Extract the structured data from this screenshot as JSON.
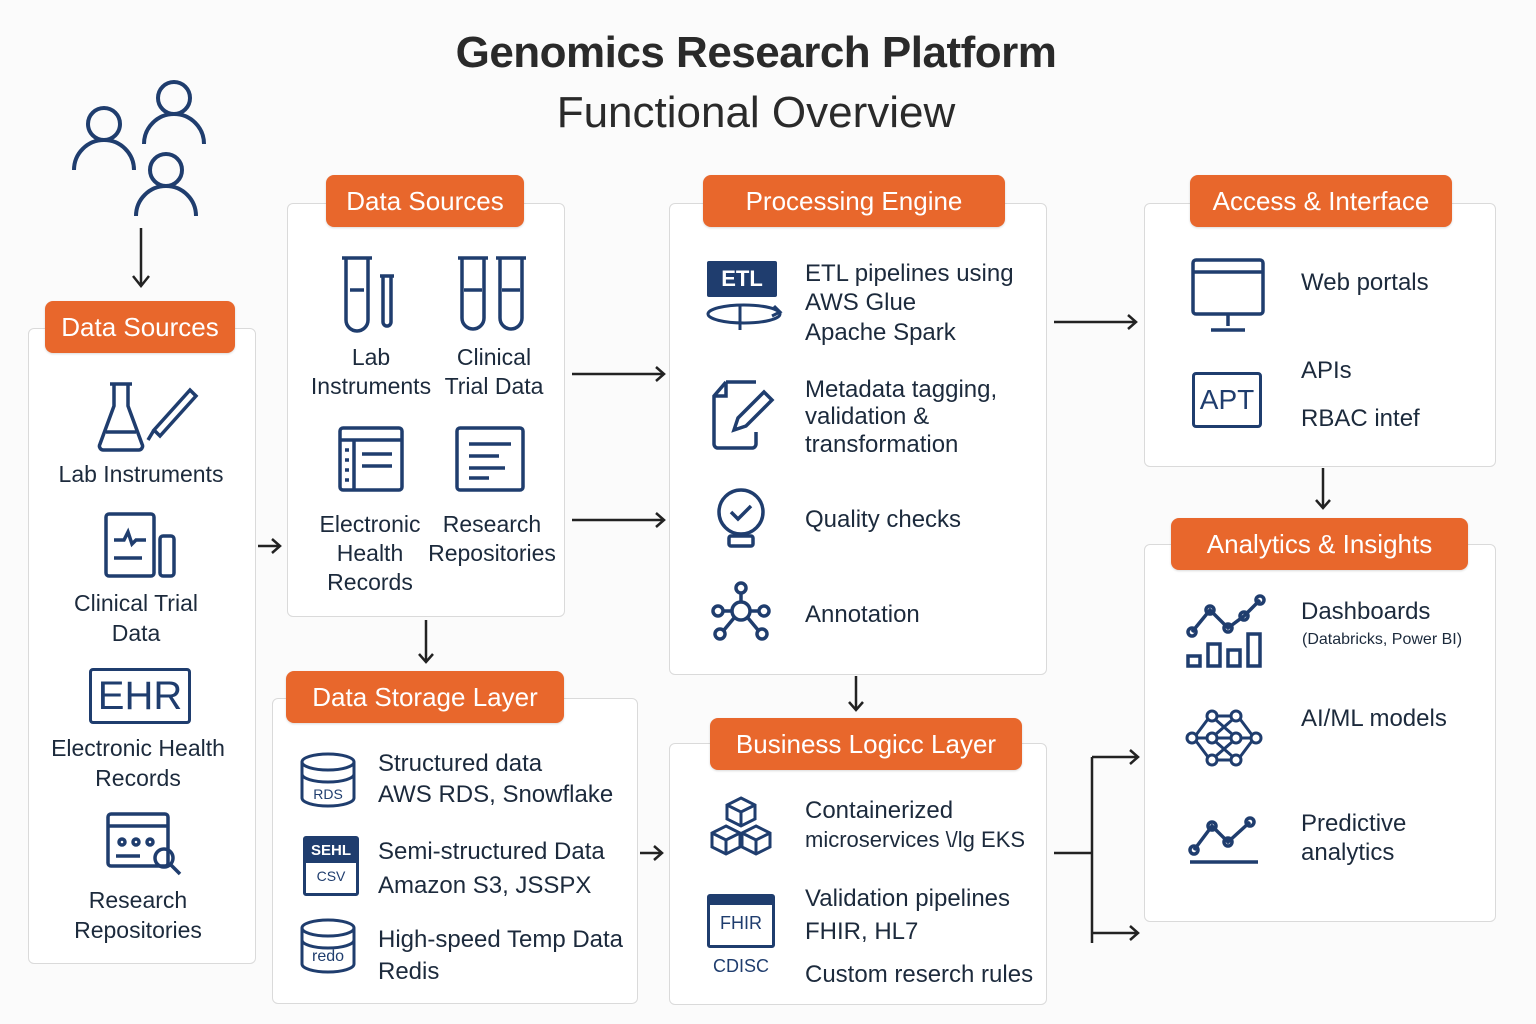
{
  "title": "Genomics Research Platform",
  "subtitle": "Functional Overview",
  "accent_color": "#e8672c",
  "icon_color": "#1f3d6e",
  "left_panel": {
    "header": "Data Sources",
    "items": [
      {
        "icon": "flask-pipette-icon",
        "label": "Lab Instruments"
      },
      {
        "icon": "clinical-chart-icon",
        "label": "Clinical Trial Data"
      },
      {
        "icon": "ehr-icon",
        "icon_text": "EHR",
        "label": "Electronic Health Records"
      },
      {
        "icon": "research-search-icon",
        "label": "Research Repositories"
      }
    ]
  },
  "sources_panel": {
    "header": "Data Sources",
    "items": [
      {
        "icon": "test-tube-icon",
        "label": "Lab Instruments"
      },
      {
        "icon": "test-tubes-icon",
        "label": "Clinical Trial Data"
      },
      {
        "icon": "records-icon",
        "label": "Electronic Health Records"
      },
      {
        "icon": "document-icon",
        "label": "Research Repositories"
      }
    ]
  },
  "storage_panel": {
    "header": "Data Storage Layer",
    "items": [
      {
        "icon": "rds-database-icon",
        "icon_text": "RDS",
        "line1": "Structured data",
        "line2": "AWS RDS,  Snowflake"
      },
      {
        "icon": "csv-file-icon",
        "icon_text": "SEHL",
        "icon_text2": "CSV",
        "line1": "Semi-structured Data",
        "line2": "Amazon S3, JSSPX"
      },
      {
        "icon": "redis-database-icon",
        "icon_text": "redo",
        "line1": "High-speed Temp Data",
        "line2": "Redis"
      }
    ]
  },
  "processing_panel": {
    "header": "Processing Engine",
    "items": [
      {
        "icon": "etl-icon",
        "icon_text": "ETL",
        "lines": [
          "ETL pipelines using",
          "AWS Glue",
          "Apache Spark"
        ]
      },
      {
        "icon": "pencil-document-icon",
        "lines": [
          "Metadata tagging,",
          "validation &",
          "transformation"
        ]
      },
      {
        "icon": "quality-bulb-icon",
        "lines": [
          "Quality checks"
        ]
      },
      {
        "icon": "network-nodes-icon",
        "lines": [
          "Annotation"
        ]
      }
    ]
  },
  "business_panel": {
    "header": "Business Logicc Layer",
    "items": [
      {
        "icon": "cubes-icon",
        "line1": "Containerized",
        "line2": "microservices \\/lg EKS"
      },
      {
        "icon": "fhir-icon",
        "icon_text": "FHIR",
        "line1": "Validation pipelines",
        "line2": "FHIR, HL7"
      },
      {
        "icon": "cdisc-icon",
        "icon_text": "CDISC",
        "line1": "Custom reserch rules"
      }
    ]
  },
  "access_panel": {
    "header": "Access & Interface",
    "items": [
      {
        "icon": "monitor-icon",
        "label": "Web portals"
      },
      {
        "icon": "api-icon",
        "icon_text": "APT",
        "line1": "APIs",
        "line2": "RBAC intef"
      }
    ]
  },
  "analytics_panel": {
    "header": "Analytics & Insights",
    "items": [
      {
        "icon": "dashboard-chart-icon",
        "label": "Dashboards",
        "sub": "(Databricks, Power BI)"
      },
      {
        "icon": "neural-network-icon",
        "label": "AI/ML models"
      },
      {
        "icon": "trend-line-icon",
        "line1": "Predictive",
        "line2": "analytics"
      }
    ]
  }
}
